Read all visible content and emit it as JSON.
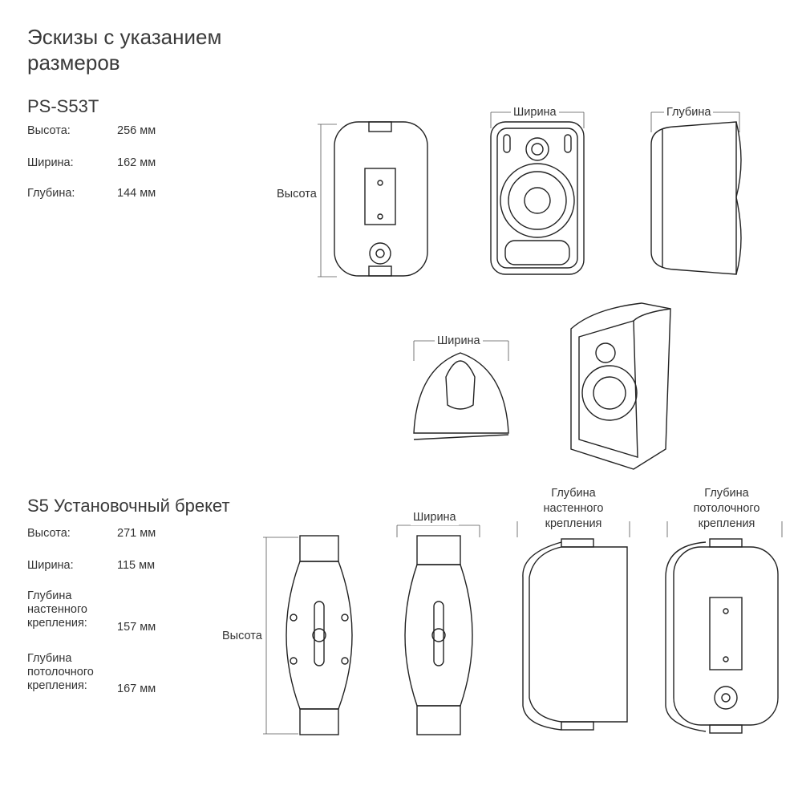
{
  "title": "Эскизы с указанием размеров",
  "speaker": {
    "model": "PS-S53T",
    "specs": [
      {
        "label": "Высота:",
        "value": "256 мм"
      },
      {
        "label": "Ширина:",
        "value": "162 мм"
      },
      {
        "label": "Глубина:",
        "value": "144 мм"
      }
    ],
    "dim_labels": {
      "height": "Высота",
      "width": "Ширина",
      "depth": "Глубина",
      "width_top": "Ширина"
    }
  },
  "bracket": {
    "model": "S5 Установочный брекет",
    "specs": [
      {
        "label": "Высота:",
        "value": "271 мм"
      },
      {
        "label": "Ширина:",
        "value": "115 мм"
      },
      {
        "label": "Глубина настенного крепления:",
        "value": "157 мм"
      },
      {
        "label": "Глубина потолочного крепления:",
        "value": "167 мм"
      }
    ],
    "dim_labels": {
      "height": "Высота",
      "width": "Ширина",
      "wall_depth": "Глубина настенного крепления",
      "ceiling_depth": "Глубина потолочного крепления"
    }
  }
}
